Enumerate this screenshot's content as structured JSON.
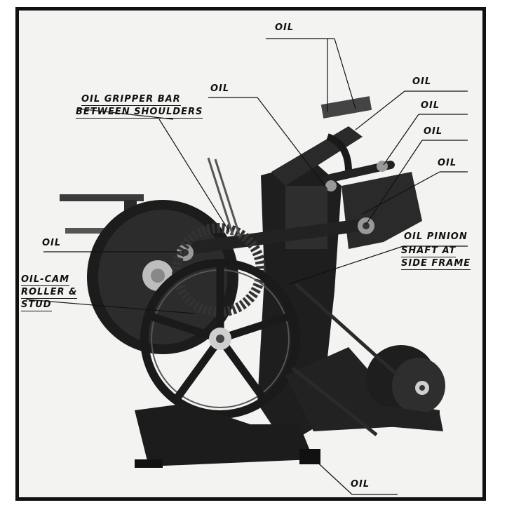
{
  "labels": {
    "oil_top": "OIL",
    "oil_gripper_line1": "OIL GRIPPER BAR",
    "oil_gripper_line2": "BETWEEN SHOULDERS",
    "oil_mid_left": "OIL",
    "oil_right_1": "OIL",
    "oil_right_2": "OIL",
    "oil_right_3": "OIL",
    "oil_right_4": "OIL",
    "oil_left": "OIL",
    "oil_pinion_line1": "OIL PINION",
    "oil_pinion_line2": "SHAFT AT",
    "oil_pinion_line3": "SIDE FRAME",
    "oil_cam_line1": "OIL-CAM",
    "oil_cam_line2": "ROLLER &",
    "oil_cam_line3": "STUD",
    "oil_bottom": "OIL"
  },
  "colors": {
    "frame": "#111111",
    "background": "#f3f3f1",
    "machine": "#1c1c1c",
    "machine_light": "#6a6a6a"
  }
}
